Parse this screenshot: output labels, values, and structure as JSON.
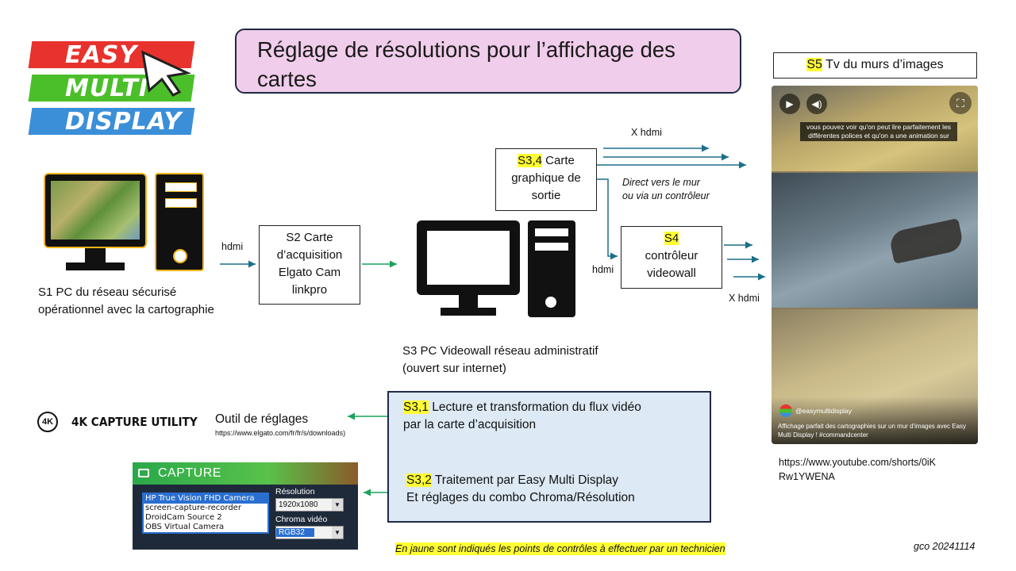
{
  "title": "Réglage de résolutions pour l’affichage des cartes",
  "logo": {
    "line1": "EASY",
    "line2": "MULTI",
    "line3": "DISPLAY"
  },
  "s1": {
    "caption_line1": "S1 PC du réseau sécurisé",
    "caption_line2": "opérationnel avec la cartographie"
  },
  "s2": {
    "line1": "S2 Carte",
    "line2": "d’acquisition",
    "line3": "Elgato Cam",
    "line4": "linkpro"
  },
  "s3": {
    "caption_line1": "S3 PC Videowall réseau administratif",
    "caption_line2": "(ouvert sur internet)"
  },
  "s34": {
    "tag": "S3,4",
    "line1_rest": " Carte",
    "line2": "graphique de",
    "line3": "sortie"
  },
  "s4": {
    "tag": "S4",
    "line2": "contrôleur",
    "line3": "videowall"
  },
  "s5": {
    "tag": "S5",
    "rest": " Tv du murs d’images"
  },
  "labels": {
    "hdmi_s1": "hdmi",
    "hdmi_s4": "hdmi",
    "x_hdmi_top": "X hdmi",
    "x_hdmi_bottom": "X hdmi",
    "direct_line1": "Direct vers le mur",
    "direct_line2": "ou via un contrôleur"
  },
  "utility": {
    "badge": "4K",
    "name": "4K CAPTURE UTILITY",
    "tool_label": "Outil de réglages",
    "tool_url": "https://www.elgato.com/fr/fr/s/downloads)"
  },
  "s31": {
    "tag": "S3,1",
    "line1_rest": " Lecture et transformation du flux vidéo",
    "line2": "par la carte d’acquisition"
  },
  "s32": {
    "tag": "S3,2",
    "line1_rest": " Traitement par Easy Multi Display",
    "line2": "Et réglages du combo Chroma/Résolution"
  },
  "capture_panel": {
    "header": "CAPTURE",
    "devices": [
      "HP True Vision FHD Camera",
      "screen-capture-recorder",
      "DroidCam Source 2",
      "OBS Virtual Camera"
    ],
    "resolution_label": "Résolution",
    "resolution_value": "1920x1080",
    "chroma_label": "Chroma vidéo",
    "chroma_value": "RGB32"
  },
  "video": {
    "subtitle_line1": "vous pouvez voir qu'on peut lire parfaitement les",
    "subtitle_line2": "différentes polices et qu'on a une animation sur",
    "channel": "@easymultidisplay",
    "desc_line1": "Affichage parfait des cartographies sur un mur d'images avec Easy",
    "desc_line2": "Multi Display ! #commandcenter"
  },
  "youtube_url_line1": "https://www.youtube.com/shorts/0iK",
  "youtube_url_line2": "Rw1YWENA",
  "footer_note": "En jaune sont  indiqués les points de contrôles à effectuer par un technicien",
  "signature": "gco 20241114",
  "colors": {
    "title_bg": "#f0cdea",
    "title_border": "#1f2a44",
    "s3_box_bg": "#dde9f5",
    "arrow": "#1b6f8a",
    "arrow_green": "#1aa35a",
    "highlight": "#ffff33"
  }
}
